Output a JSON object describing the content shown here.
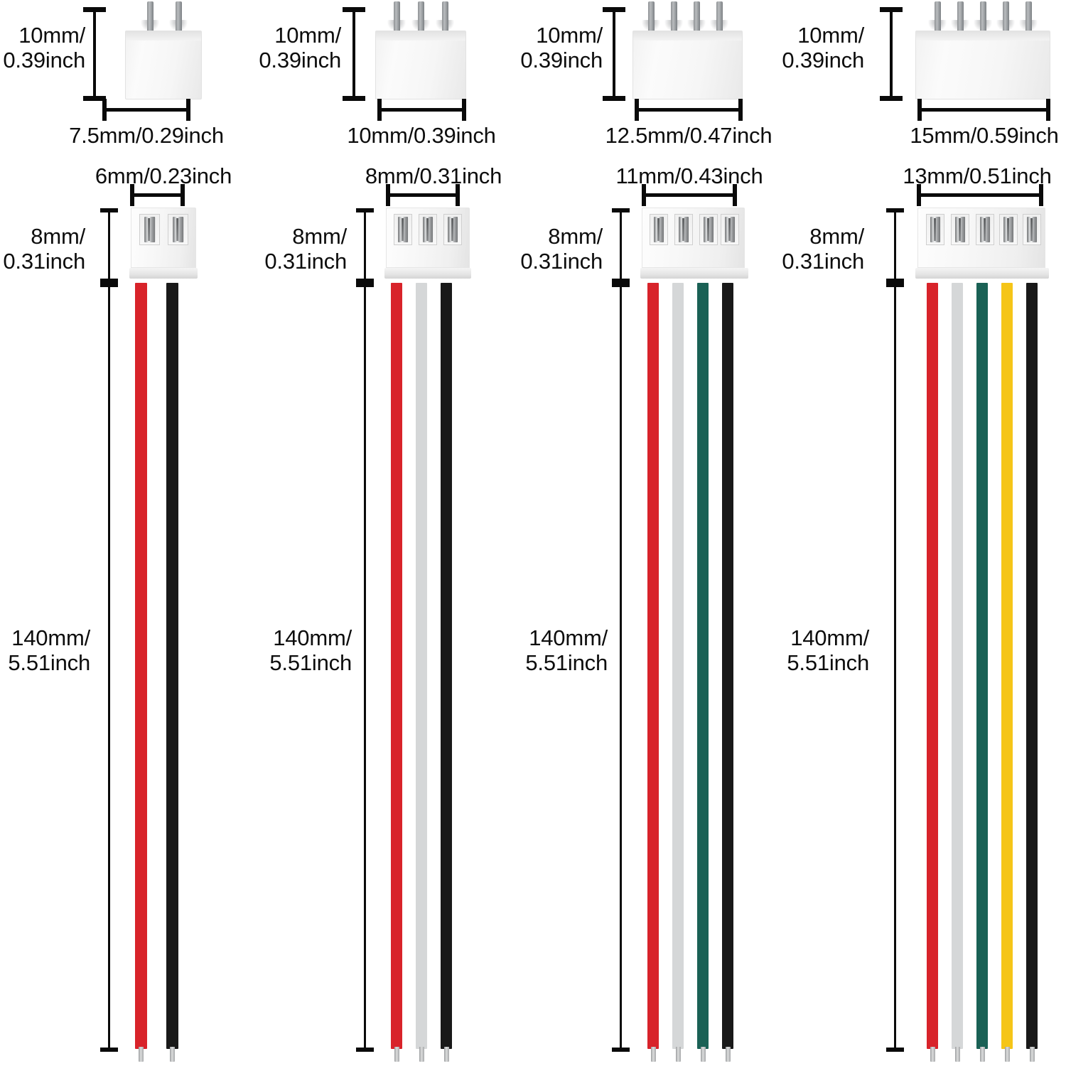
{
  "page": {
    "title": "JST connector dimension diagram",
    "background": "#ffffff"
  },
  "colors": {
    "wire_red": "#d8232a",
    "wire_white": "#d5d7d8",
    "wire_green": "#1a6155",
    "wire_yellow": "#f5c518",
    "wire_black": "#191919",
    "housing_white": "#f4f4f4",
    "pin_gray": "#9a9ea1",
    "dimension_line": "#0a0a0a",
    "text": "#0d0d0d"
  },
  "headers": [
    {
      "id": "header-2p",
      "pins": 2,
      "height_label": "10mm/\n0.39inch",
      "width_label": "7.5mm/0.29inch"
    },
    {
      "id": "header-3p",
      "pins": 3,
      "height_label": "10mm/\n0.39inch",
      "width_label": "10mm/0.39inch"
    },
    {
      "id": "header-4p",
      "pins": 4,
      "height_label": "10mm/\n0.39inch",
      "width_label": "12.5mm/0.47inch"
    },
    {
      "id": "header-5p",
      "pins": 5,
      "height_label": "10mm/\n0.39inch",
      "width_label": "15mm/0.59inch"
    }
  ],
  "cables": [
    {
      "id": "cable-2p",
      "pins": 2,
      "width_label": "6mm/0.23inch",
      "height_label": "8mm/\n0.31inch",
      "length_label": "140mm/\n5.51inch",
      "wire_colors": [
        "red",
        "black"
      ]
    },
    {
      "id": "cable-3p",
      "pins": 3,
      "width_label": "8mm/0.31inch",
      "height_label": "8mm/\n0.31inch",
      "length_label": "140mm/\n5.51inch",
      "wire_colors": [
        "red",
        "white",
        "black"
      ]
    },
    {
      "id": "cable-4p",
      "pins": 4,
      "width_label": "11mm/0.43inch",
      "height_label": "8mm/\n0.31inch",
      "length_label": "140mm/\n5.51inch",
      "wire_colors": [
        "red",
        "white",
        "green",
        "black"
      ]
    },
    {
      "id": "cable-5p",
      "pins": 5,
      "width_label": "13mm/0.51inch",
      "height_label": "8mm/\n0.31inch",
      "length_label": "140mm/\n5.51inch",
      "wire_colors": [
        "red",
        "white",
        "green",
        "yellow",
        "black"
      ]
    }
  ]
}
